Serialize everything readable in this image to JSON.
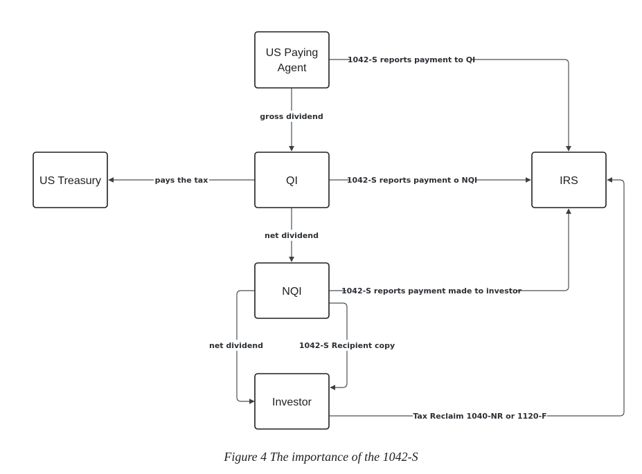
{
  "nodes": {
    "paying_agent": {
      "line1": "US Paying",
      "line2": "Agent"
    },
    "treasury": {
      "label": "US Treasury"
    },
    "qi": {
      "label": "QI"
    },
    "irs": {
      "label": "IRS"
    },
    "nqi": {
      "label": "NQI"
    },
    "investor": {
      "label": "Investor"
    }
  },
  "edges": {
    "agent_to_irs": "1042-S reports payment to QI",
    "agent_to_qi": "gross dividend",
    "qi_to_treasury": "pays the tax",
    "qi_to_irs": "1042-S reports payment o NQI",
    "qi_to_nqi": "net dividend",
    "nqi_to_irs": "1042-S reports payment made to investor",
    "nqi_to_investor_left": "net dividend",
    "nqi_to_investor_right": "1042-S Recipient copy",
    "investor_to_irs": "Tax Reclaim 1040-NR or 1120-F"
  },
  "caption": "Figure 4 The importance of the 1042-S"
}
